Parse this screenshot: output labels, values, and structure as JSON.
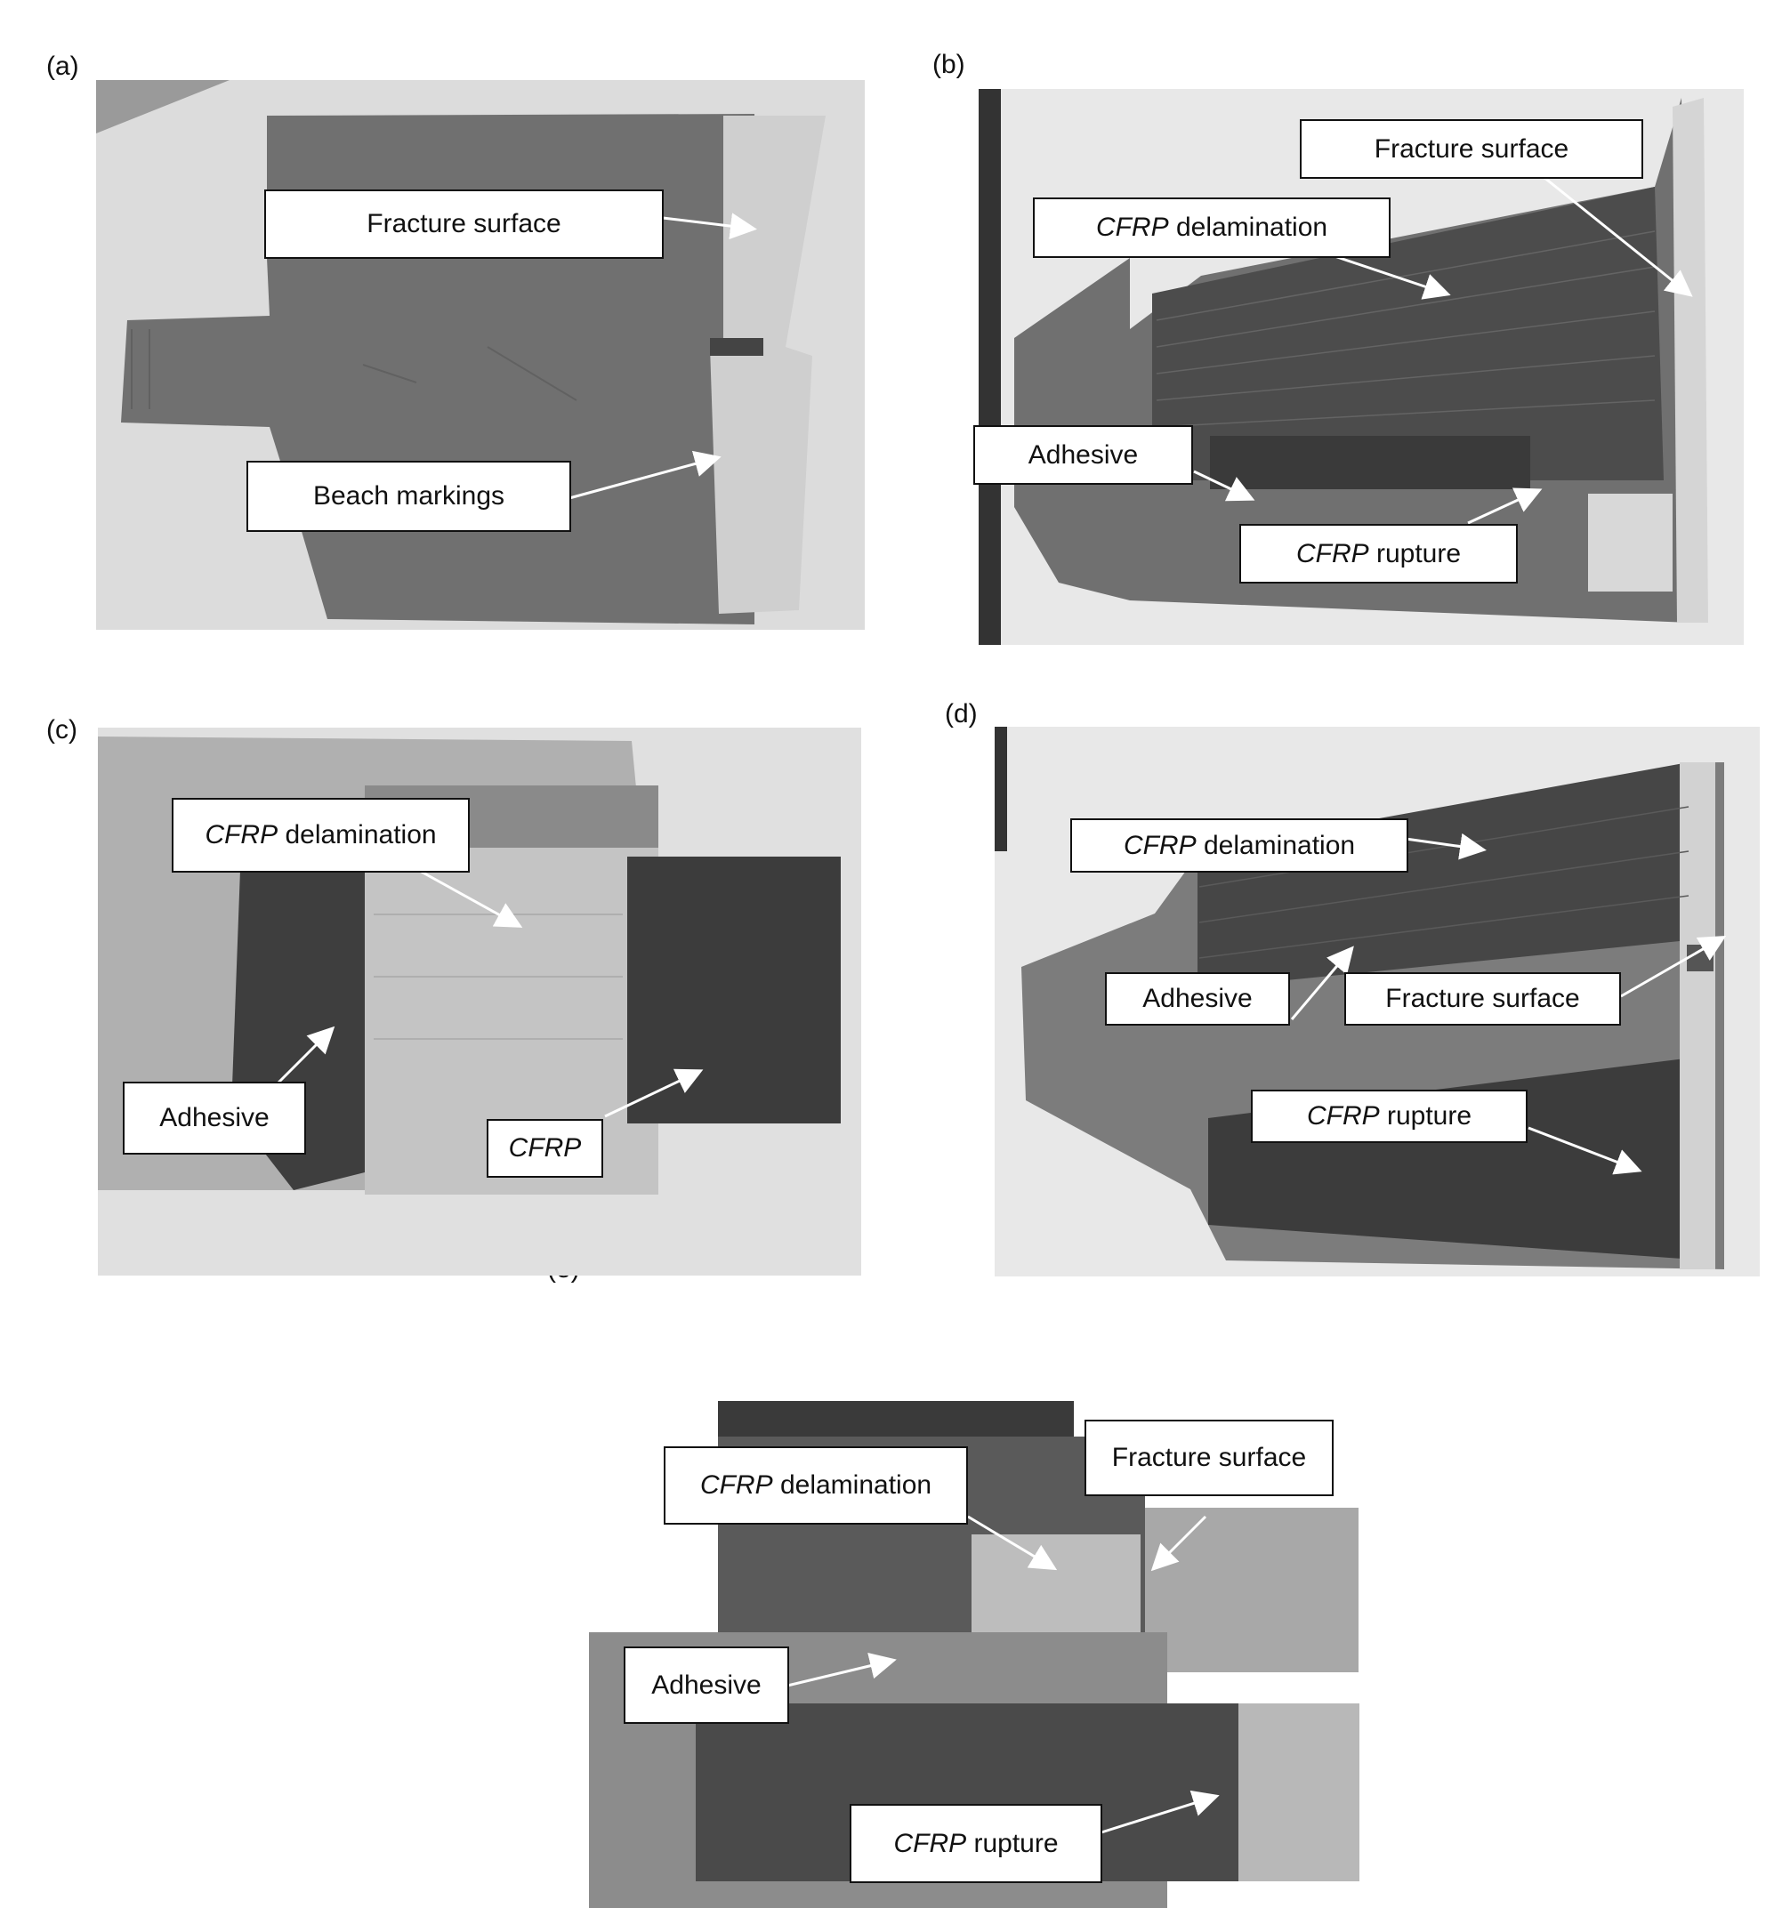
{
  "panels": {
    "a": {
      "label": "(a)",
      "fracture_surface": "Fracture surface",
      "beach_markings": "Beach markings"
    },
    "b": {
      "label": "(b)",
      "fracture_surface": "Fracture surface",
      "delam_it": "CFRP",
      "delam_rest": " delamination",
      "adhesive": "Adhesive",
      "rupture_it": "CFRP",
      "rupture_rest": " rupture"
    },
    "c": {
      "label": "(c)",
      "delam_it": "CFRP",
      "delam_rest": " delamination",
      "adhesive": "Adhesive",
      "cfrp": "CFRP"
    },
    "d": {
      "label": "(d)",
      "delam_it": "CFRP",
      "delam_rest": " delamination",
      "adhesive": "Adhesive",
      "fracture_surface": "Fracture surface",
      "rupture_it": "CFRP",
      "rupture_rest": " rupture"
    },
    "e": {
      "label": "(e)",
      "fracture_surface": "Fracture surface",
      "delam_it": "CFRP",
      "delam_rest": " delamination",
      "adhesive": "Adhesive",
      "rupture_it": "CFRP",
      "rupture_rest": " rupture"
    }
  },
  "colors": {
    "steel": "#6e6e6e",
    "cfrp": "#3c3c3c",
    "adhesive": "#4a4a4a",
    "fracture": "#cfcfcf",
    "background": "#e6e6e6"
  }
}
